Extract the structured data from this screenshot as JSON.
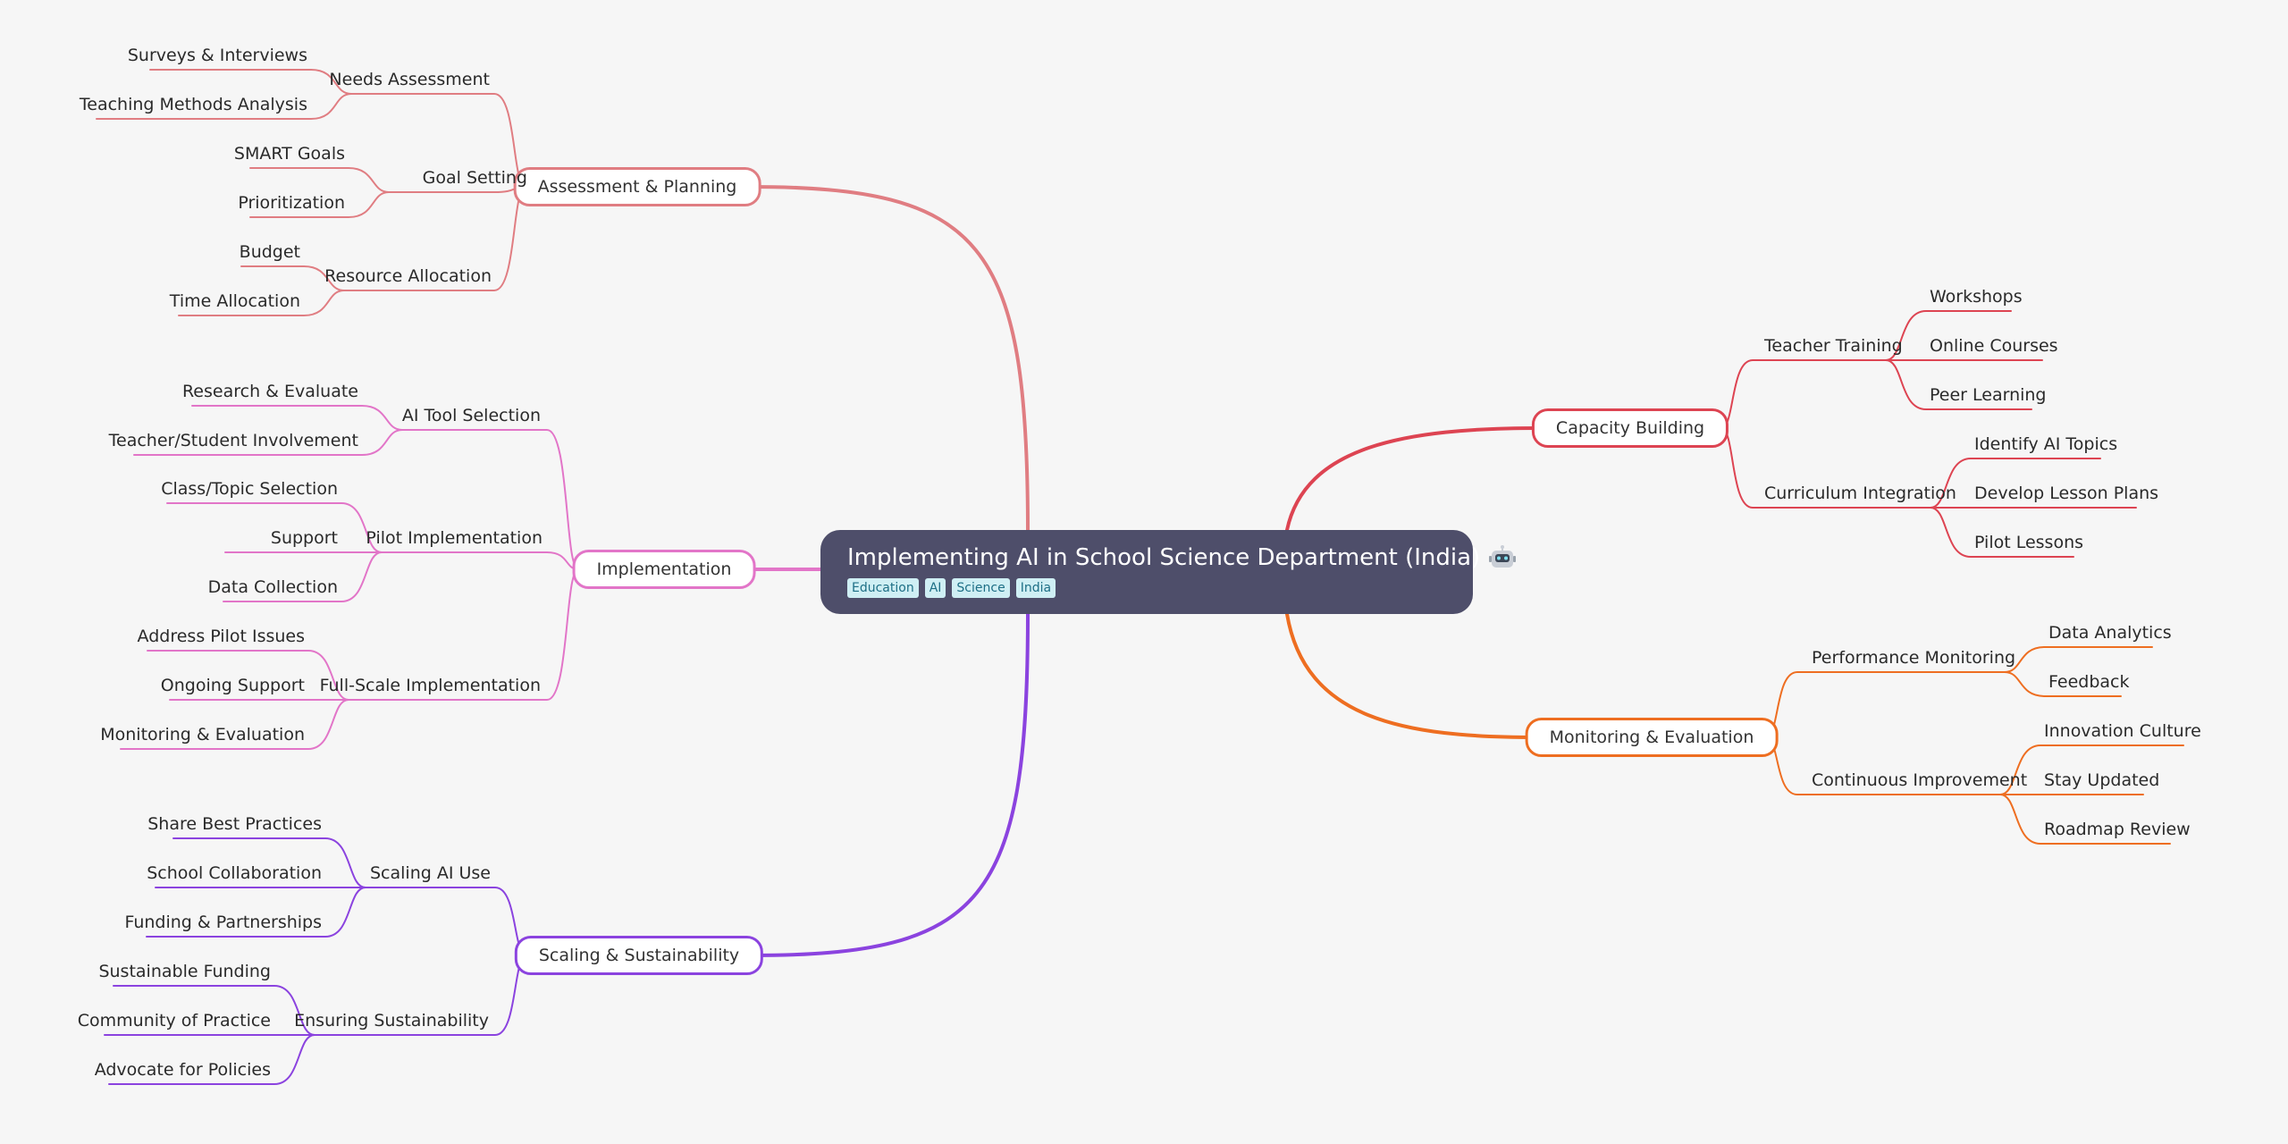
{
  "root": {
    "title": "Implementing AI in School Science Department (India)",
    "icon": "robot-icon",
    "tags": [
      "Education",
      "AI",
      "Science",
      "India"
    ]
  },
  "branches": [
    {
      "label": "Assessment & Planning",
      "color": "#e07d82",
      "side": "left",
      "children": [
        {
          "label": "Needs Assessment",
          "children": [
            "Surveys & Interviews",
            "Teaching Methods Analysis"
          ]
        },
        {
          "label": "Goal Setting",
          "children": [
            "SMART Goals",
            "Prioritization"
          ]
        },
        {
          "label": "Resource Allocation",
          "children": [
            "Budget",
            "Time Allocation"
          ]
        }
      ]
    },
    {
      "label": "Implementation",
      "color": "#e275c8",
      "side": "left",
      "children": [
        {
          "label": "AI Tool Selection",
          "children": [
            "Research & Evaluate",
            "Teacher/Student Involvement"
          ]
        },
        {
          "label": "Pilot Implementation",
          "children": [
            "Class/Topic Selection",
            "Support",
            "Data Collection"
          ]
        },
        {
          "label": "Full-Scale Implementation",
          "children": [
            "Address Pilot Issues",
            "Ongoing Support",
            "Monitoring & Evaluation"
          ]
        }
      ]
    },
    {
      "label": "Scaling & Sustainability",
      "color": "#8b43df",
      "side": "left",
      "children": [
        {
          "label": "Scaling AI Use",
          "children": [
            "Share Best Practices",
            "School Collaboration",
            "Funding & Partnerships"
          ]
        },
        {
          "label": "Ensuring Sustainability",
          "children": [
            "Sustainable Funding",
            "Community of Practice",
            "Advocate for Policies"
          ]
        }
      ]
    },
    {
      "label": "Capacity Building",
      "color": "#dd4452",
      "side": "right",
      "children": [
        {
          "label": "Teacher Training",
          "children": [
            "Workshops",
            "Online Courses",
            "Peer Learning"
          ]
        },
        {
          "label": "Curriculum Integration",
          "children": [
            "Identify AI Topics",
            "Develop Lesson Plans",
            "Pilot Lessons"
          ]
        }
      ]
    },
    {
      "label": "Monitoring & Evaluation",
      "color": "#ee6e21",
      "side": "right",
      "children": [
        {
          "label": "Performance Monitoring",
          "children": [
            "Data Analytics",
            "Feedback"
          ]
        },
        {
          "label": "Continuous Improvement",
          "children": [
            "Innovation Culture",
            "Stay Updated",
            "Roadmap Review"
          ]
        }
      ]
    }
  ]
}
